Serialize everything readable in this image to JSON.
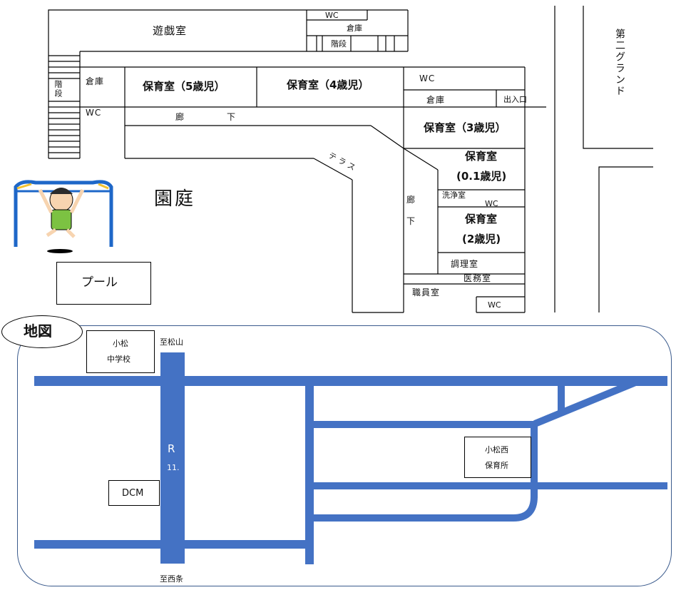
{
  "floorplan": {
    "playroom": "遊戯室",
    "wc_top": "WC",
    "storage_top": "倉庫",
    "stairs_top": "階段",
    "stairs_left": "階段",
    "storage_left": "倉庫",
    "wc_left": "WC",
    "room_5yr": "保育室（5歳児）",
    "room_4yr": "保育室（4歳児）",
    "wc_right": "WC",
    "storage_right": "倉庫",
    "entrance": "出入口",
    "corridor_char1": "廊",
    "corridor_char2": "下",
    "room_3yr": "保育室（3歳児）",
    "terrace": "テラス",
    "room_01_line1": "保育室",
    "room_01_line2": "(0.1歳児)",
    "washroom": "洗浄室",
    "wc_mid": "WC",
    "room_2_line1": "保育室",
    "room_2_line2": "(2歳児)",
    "kitchen": "調理室",
    "medical": "医務室",
    "staff": "職員室",
    "wc_bottom": "WC",
    "garden": "園庭",
    "pool": "プール",
    "ground": "第二グランド"
  },
  "map": {
    "title": "地図",
    "school_line1": "小松",
    "school_line2": "中学校",
    "to_matsuyama": "至松山",
    "route_letter": "R",
    "route_number": "11.",
    "dcm": "DCM",
    "nursery_line1": "小松西",
    "nursery_line2": "保育所",
    "to_saijo": "至西条",
    "road_color": "#4472c4"
  }
}
